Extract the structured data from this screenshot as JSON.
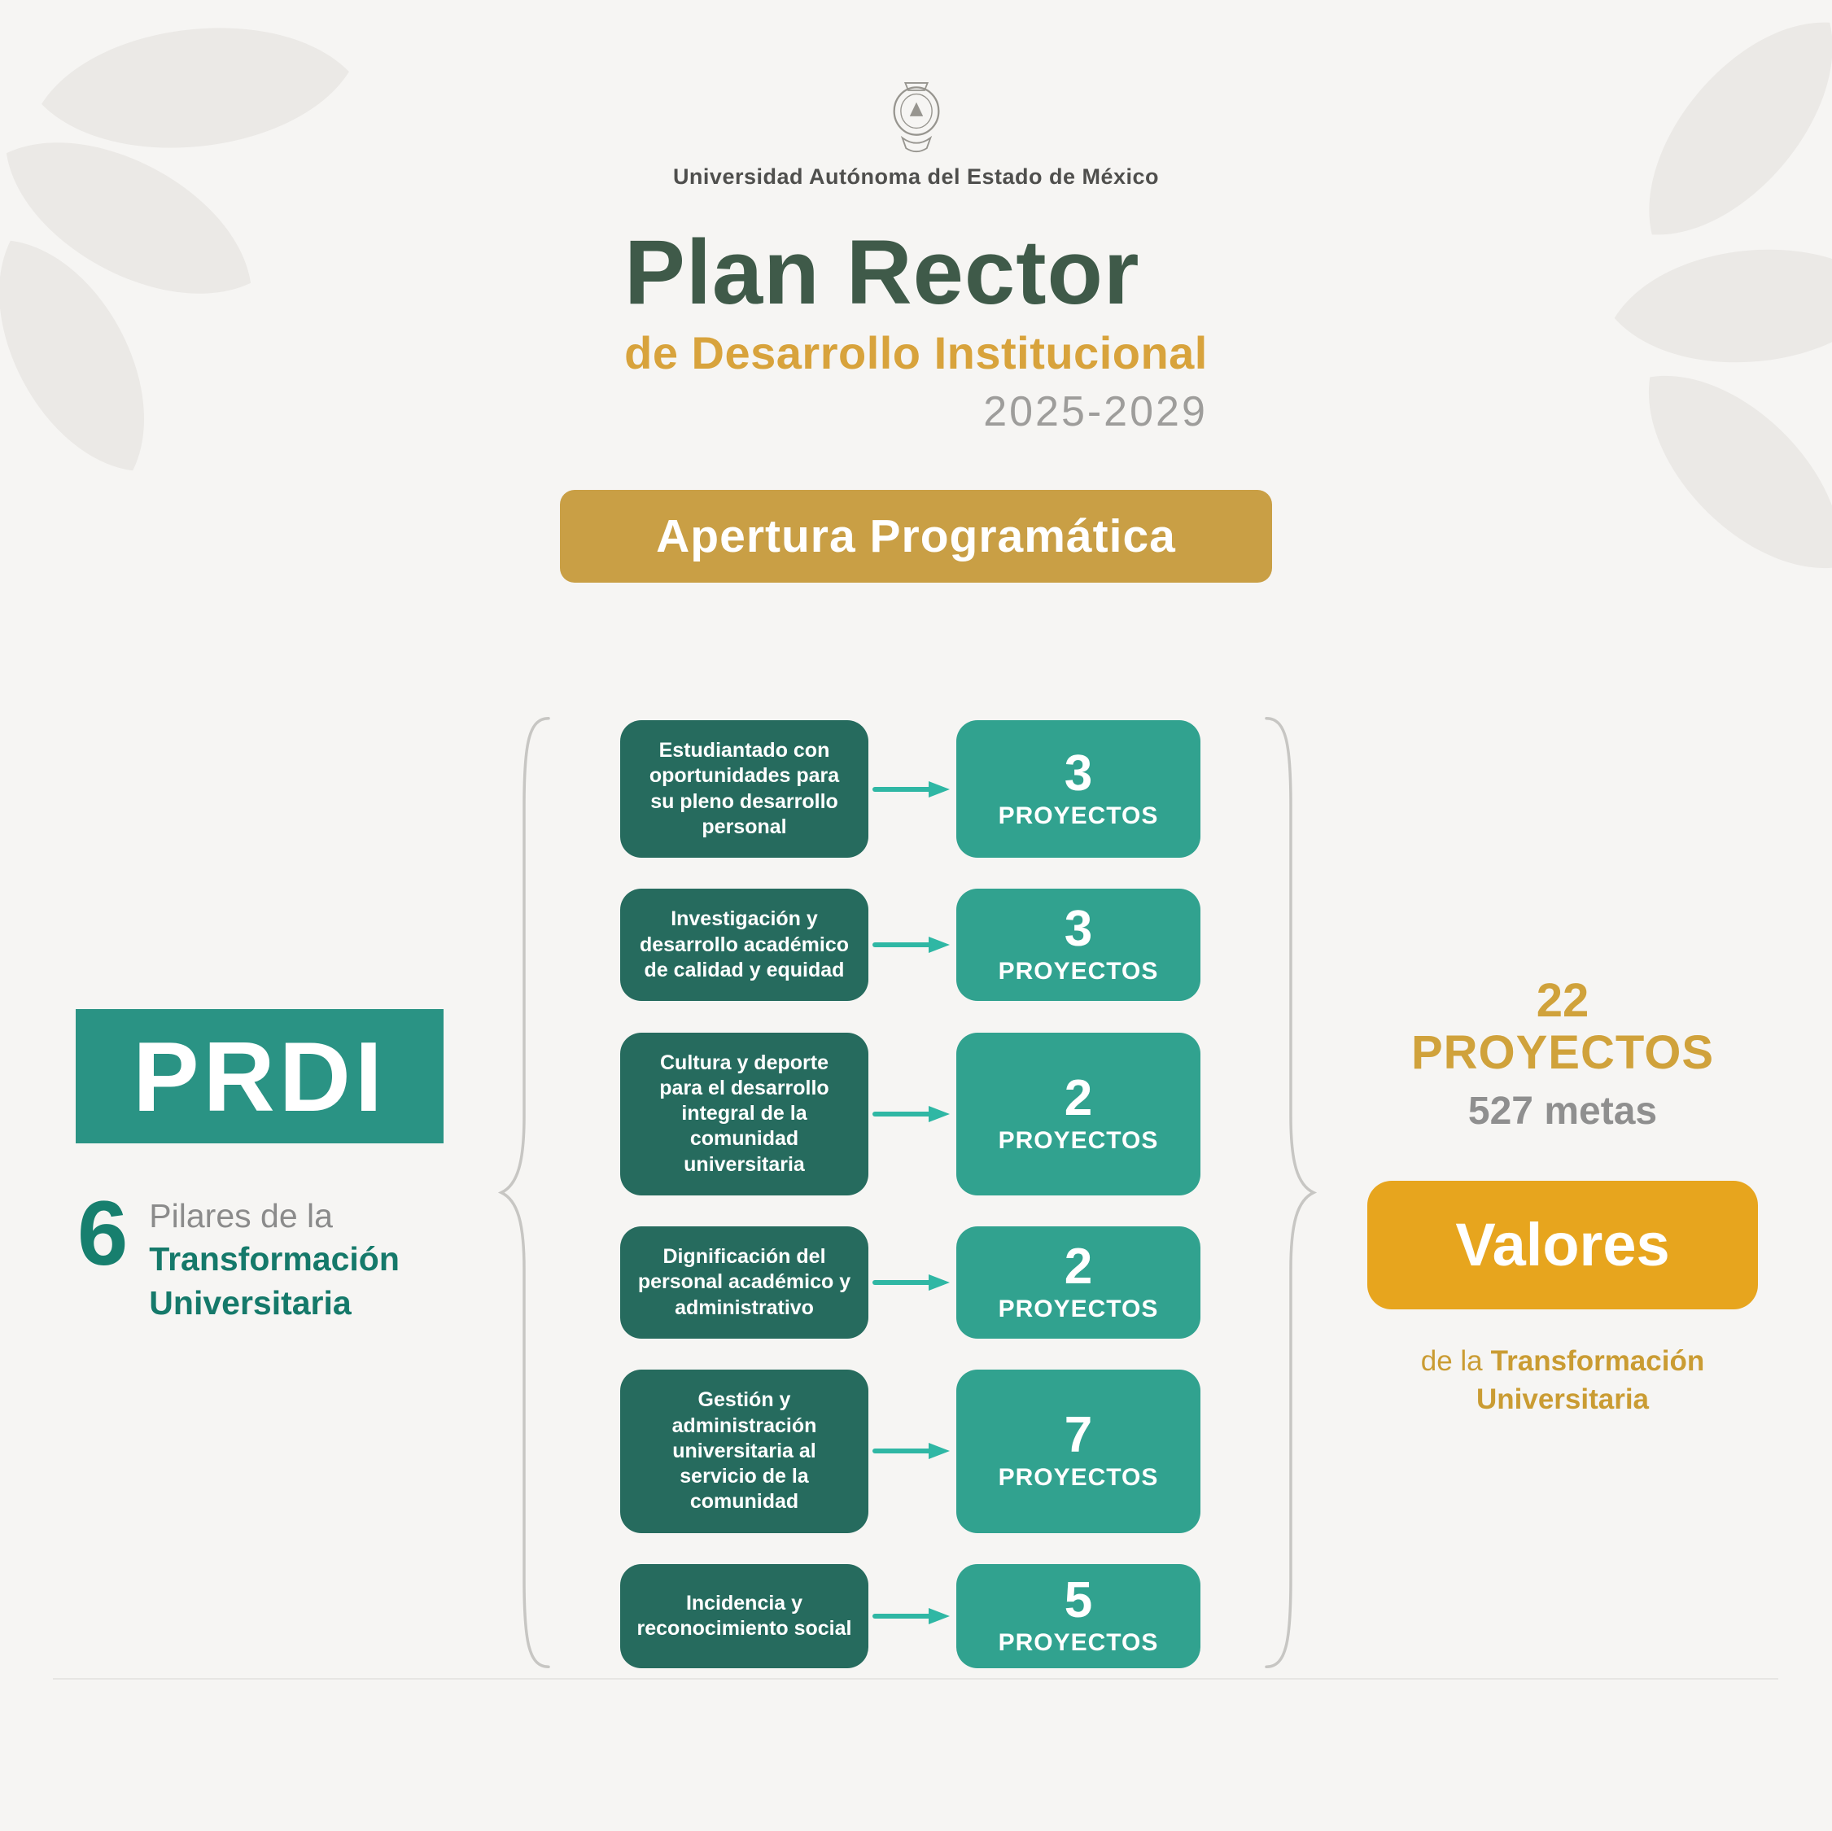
{
  "header": {
    "university": "Universidad Autónoma del Estado de México",
    "title": "Plan Rector",
    "subtitle": "de Desarrollo Institucional",
    "years": "2025-2029",
    "banner": "Apertura Programática"
  },
  "prdi": {
    "acronym": "PRDI",
    "count": "6",
    "caption_plain": "Pilares de la",
    "caption_bold": "Transformación Universitaria"
  },
  "pillars": [
    {
      "name": "Estudiantado con oportunidades para su pleno desarrollo personal",
      "projects": "3"
    },
    {
      "name": "Investigación y desarrollo académico de calidad y equidad",
      "projects": "3"
    },
    {
      "name": "Cultura y deporte para el desarrollo integral de la comunidad universitaria",
      "projects": "2"
    },
    {
      "name": "Dignificación del personal académico y administrativo",
      "projects": "2"
    },
    {
      "name": "Gestión y administración universitaria al servicio de la comunidad",
      "projects": "7"
    },
    {
      "name": "Incidencia y reconocimiento social",
      "projects": "5"
    }
  ],
  "projects_label": "PROYECTOS",
  "summary": {
    "total": "22",
    "total_label": "PROYECTOS",
    "metas": "527 metas",
    "valores": "Valores",
    "caption_plain": "de la",
    "caption_bold": "Transformación Universitaria"
  },
  "colors": {
    "background": "#f6f5f3",
    "title_green": "#3f5a49",
    "gold_subtitle": "#d8a33c",
    "gold_banner": "#c99f45",
    "gold_button": "#e7a51e",
    "teal_prdi": "#2a9384",
    "teal_dark_pillar": "#266b5e",
    "teal_project": "#31a28f",
    "teal_arrow": "#2fb7a4",
    "gray_text": "#8f8f8f",
    "brace_gray": "#c7c6c3"
  }
}
